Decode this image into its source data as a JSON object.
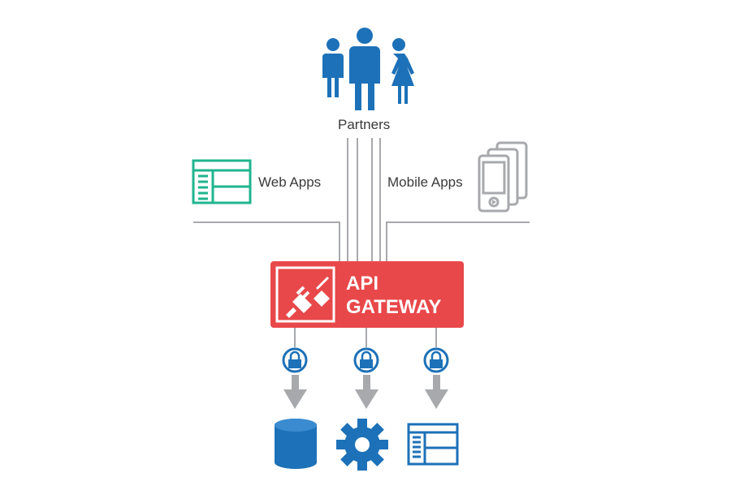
{
  "labels": {
    "partners": "Partners",
    "web_apps": "Web Apps",
    "mobile_apps": "Mobile Apps",
    "gateway_line1": "API",
    "gateway_line2": "GATEWAY"
  },
  "colors": {
    "blue": "#1d71b8",
    "teal": "#1fb58e",
    "red": "#e8484a",
    "gray": "#a7a9ac",
    "text": "#3a3a3a"
  },
  "icons": {
    "top": [
      "people-group-icon"
    ],
    "left": "web-app-window-icon",
    "right": "mobile-devices-icon",
    "gateway": "plug-icon",
    "connectors": [
      "lock-icon",
      "lock-icon",
      "lock-icon"
    ],
    "backends": [
      "database-icon",
      "gear-icon",
      "web-app-window-icon"
    ]
  }
}
